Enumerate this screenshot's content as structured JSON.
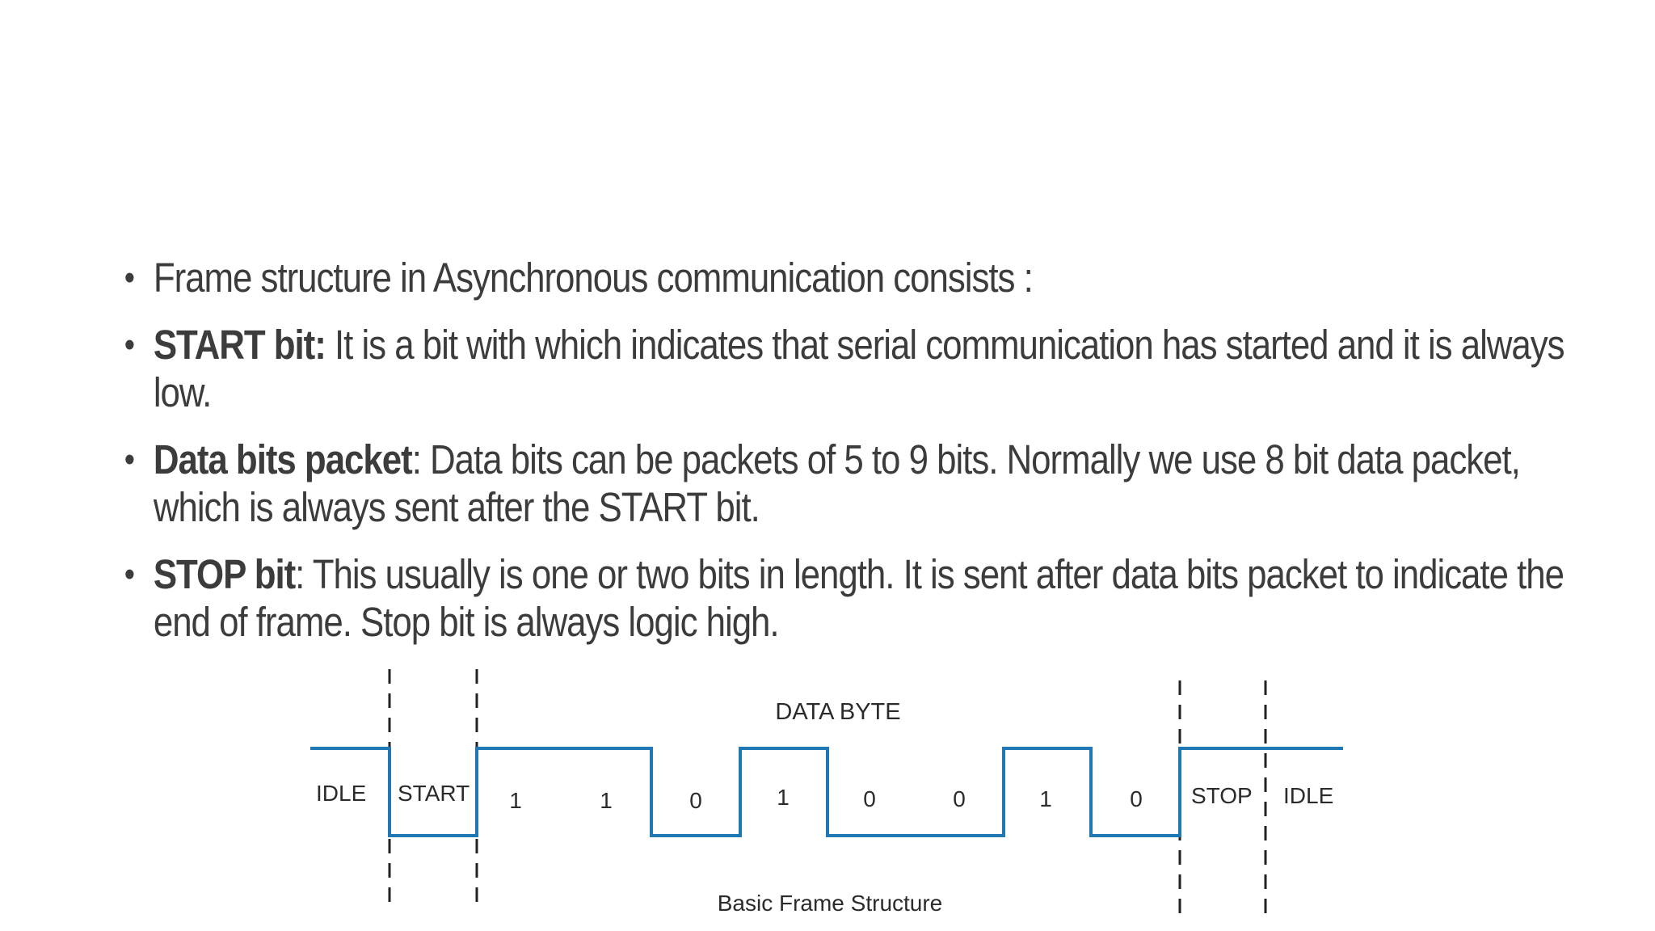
{
  "bullets": [
    {
      "term": "",
      "sep": "",
      "text": "Frame structure in Asynchronous communication consists :"
    },
    {
      "term": "START bit:",
      "sep": " ",
      "text": "It is a bit with which indicates that serial communication has started and it is always low."
    },
    {
      "term": "Data bits packet",
      "sep": ": ",
      "text": "Data bits can be packets of 5 to 9 bits. Normally we use 8 bit data packet, which is always sent after the START bit."
    },
    {
      "term": "STOP bit",
      "sep": ": ",
      "text": "This usually is one or two bits in length. It is sent after data bits packet to indicate the end of frame. Stop bit is always logic high."
    }
  ],
  "bullet_symbol": "•",
  "diagram": {
    "title": "DATA BYTE",
    "caption": "Basic Frame Structure",
    "idle_left": "IDLE",
    "start": "START",
    "stop": "STOP",
    "idle_right": "IDLE",
    "bits": [
      "1",
      "1",
      "0",
      "1",
      "0",
      "0",
      "1",
      "0"
    ],
    "signal_color": "#1f77b4"
  }
}
